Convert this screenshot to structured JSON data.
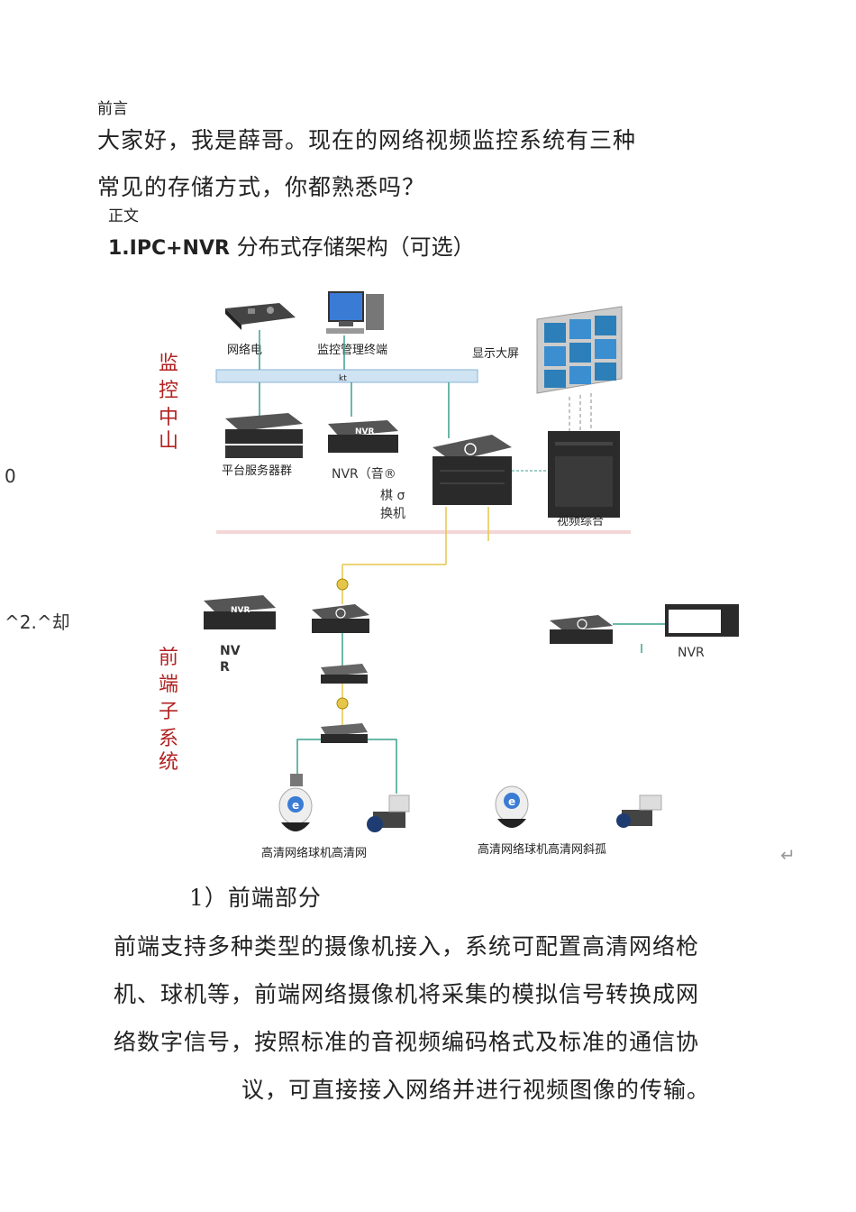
{
  "doc": {
    "preface_heading": "前言",
    "intro_line1": "大家好，我是薛哥。现在的网络视频监控系统有三种",
    "intro_line2": "常见的存储方式，你都熟悉吗？",
    "body_heading": "正文",
    "section_num": "1.IPC+NVR",
    "section_title": "分布式存储架构（可选）",
    "margin_mark_1": "0",
    "margin_mark_2": "^2.^却",
    "return_mark": "↵",
    "sub_heading": "1）前端部分",
    "para_line1": "前端支持多种类型的摄像机接入，系统可配置高清网络枪",
    "para_line2": "机、球机等，前端网络摄像机将采集的模拟信号转换成网",
    "para_line3": "络数字信号，按照标准的音视频编码格式及标准的通信协",
    "para_line4": "议，可直接接入网络并进行视频图像的传输。"
  },
  "diagram": {
    "center_label_chars": [
      "监",
      "控",
      "中",
      "山"
    ],
    "front_label_chars": [
      "前",
      "端",
      "子",
      "系",
      "统"
    ],
    "keyboard": "网络电",
    "mgmt_terminal": "监控管理终端",
    "big_screen": "显示大屏",
    "bus_label": "kt",
    "server_group": "平台服务器群",
    "nvr_center": "NVR（音®",
    "core_switch_1": "棋 σ",
    "core_switch_2": "换机",
    "video_matrix": "视频综合",
    "nvr_box_text": "NVR",
    "front_nvr_1": "NV",
    "front_nvr_2": "R",
    "right_nvr": "NVR",
    "cam_caption_left": "高清网络球机高清网",
    "cam_caption_right": "高清网络球机高清网斜孤",
    "ie_glyph": "e"
  }
}
